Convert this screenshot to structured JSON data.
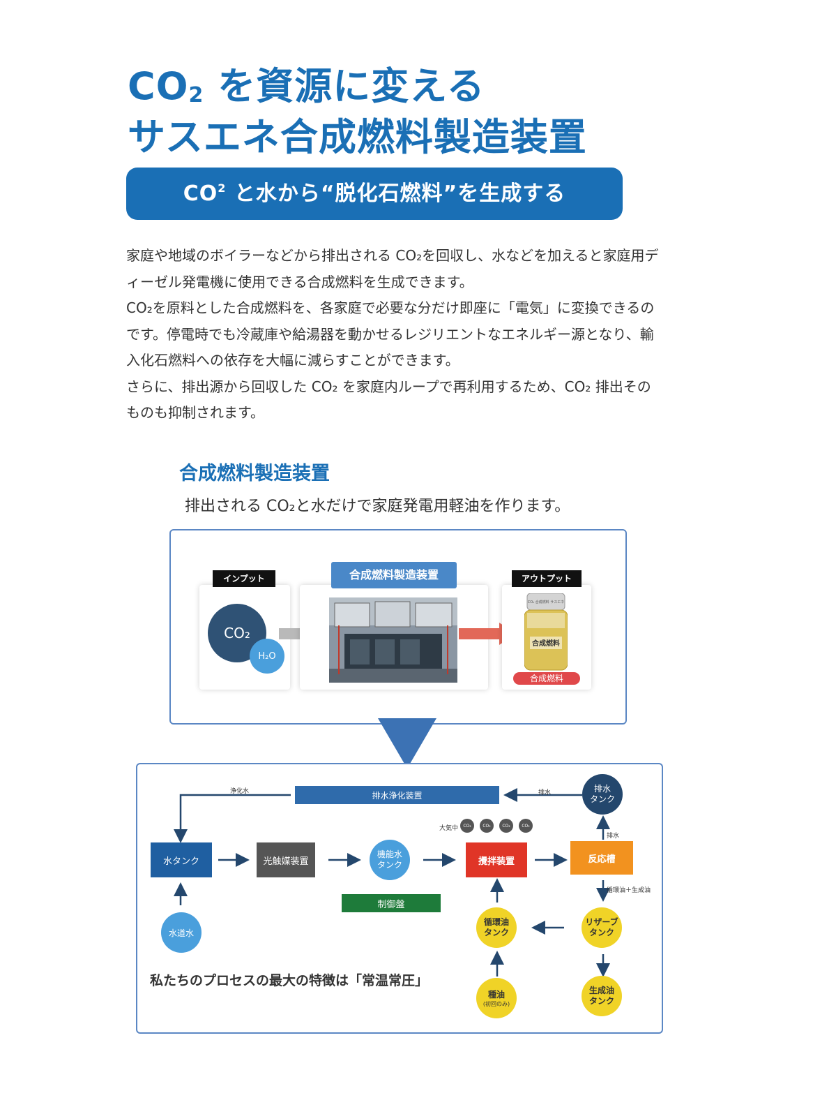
{
  "title": {
    "line1_co": "CO",
    "line1_sub": "2",
    "line1_rest": " を資源に変える",
    "line2": "サスエネ合成燃料製造装置"
  },
  "pill": {
    "co": "CO",
    "sub": "2",
    "rest": " と水から“脱化石燃料”を生成する"
  },
  "body": {
    "p1": "家庭や地域のボイラーなどから排出される CO₂を回収し、水などを加えると家庭用ディーゼル発電機に使用できる合成燃料を生成できます。",
    "p2": "CO₂を原料とした合成燃料を、各家庭で必要な分だけ即座に「電気」に変換できるのです。停電時でも冷蔵庫や給湯器を動かせるレジリエントなエネルギー源となり、輸入化石燃料への依存を大幅に減らすことができます。",
    "p3": "さらに、排出源から回収した CO₂ を家庭内ループで再利用するため、CO₂ 排出そのものも抑制されます。"
  },
  "section": {
    "title": "合成燃料製造装置",
    "subtitle": "排出される CO₂と水だけで家庭発電用軽油を作ります。"
  },
  "overview": {
    "input_label": "インプット",
    "device_label": "合成燃料製造装置",
    "output_label": "アウトプット",
    "co2": "CO₂",
    "h2o": "H₂O",
    "output_tag": "合成燃料",
    "jar_label": "合成燃料",
    "jar_lid_text": "CO₂ 合成燃料 サスエネ"
  },
  "flow": {
    "drain_purifier": "排水浄化装置",
    "purified_water": "浄化水",
    "drain_label": "排水",
    "drain_tank": "排水\nタンク",
    "drain_up": "排水",
    "water_tank": "水タンク",
    "photocatalyst": "光触媒装置",
    "functional_water": "機能水\nタンク",
    "stirrer": "攪拌装置",
    "reactor": "反応槽",
    "atmosphere": "大気中",
    "co2_chip": "CO₂",
    "control_panel": "制御盤",
    "tap_water": "水道水",
    "circ_oil_tank": "循環油\nタンク",
    "reserve_tank": "リザーブ\nタンク",
    "circ_gen_label": "循環油＋生成油",
    "seed_oil": "種油",
    "seed_oil_note": "(初回のみ)",
    "product_tank": "生成油\nタンク",
    "footer": "私たちのプロセスの最大の特徴は「常温常圧」"
  },
  "colors": {
    "brand_blue": "#1a6fb5",
    "dark_navy": "#24476d",
    "light_blue": "#4a9fdc",
    "stirrer_red": "#e03527",
    "reactor_orange": "#f2921f",
    "control_green": "#1e7b3a",
    "oil_yellow": "#f0d327",
    "gray_node": "#555555"
  }
}
